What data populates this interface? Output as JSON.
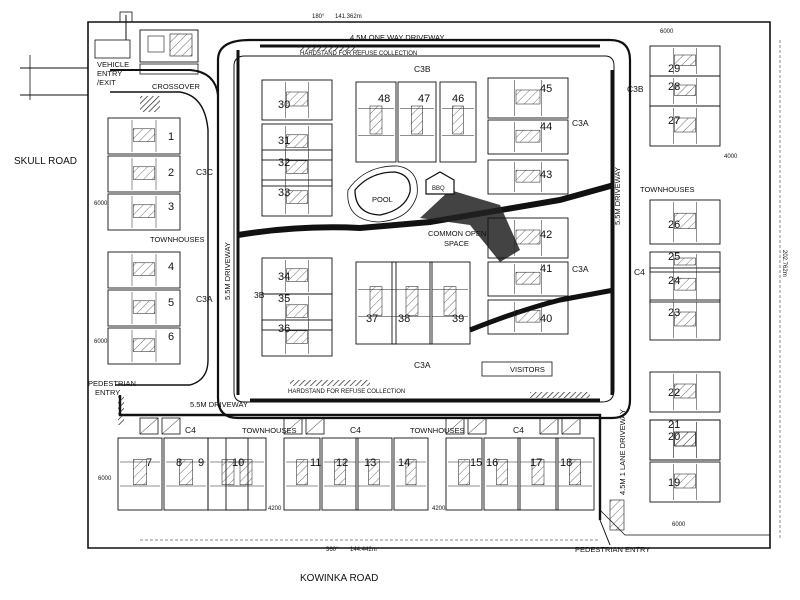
{
  "roads": {
    "skull": "SKULL ROAD",
    "kowinka": "KOWINKA ROAD"
  },
  "site_labels": {
    "bearing_top": "180°",
    "dist_top": "141.362m",
    "bearing_bottom": "360°",
    "dist_bottom": "144.442m",
    "dist_right": "202.762m",
    "vehicle_entry": "VEHICLE ENTRY /EXIT",
    "crossover": "CROSSOVER",
    "pedestrian_entry_left": "PEDESTRIAN ENTRY",
    "pedestrian_entry_bottom": "PEDESTRIAN ENTRY",
    "visitors": "VISITORS",
    "pool": "POOL",
    "bbq": "BBQ",
    "common_open_space_1": "COMMON OPEN",
    "common_open_space_2": "SPACE",
    "bin_top": "HARDSTAND FOR REFUSE COLLECTION",
    "bin_bottom": "HARDSTAND FOR REFUSE COLLECTION"
  },
  "driveways": {
    "top": "4.5M ONE WAY DRIVEWAY",
    "left": "5.5M DRIVEWAY",
    "right": "5.5M DRIVEWAY",
    "bottom": "5.5M DRIVEWAY",
    "one_lane": "4.5M 1 LANE DRIVEWAY"
  },
  "group_labels": {
    "c3c": "C3C",
    "c3a_left": "C3A",
    "c3b_top": "C3B",
    "c3b_right": "C3B",
    "c3a_right_top": "C3A",
    "c3a_right_mid": "C3A",
    "c3a_center": "C3A",
    "c3b_mid": "3B",
    "c4_right": "C4",
    "c4_bottom_1": "C4",
    "c4_bottom_2": "C4",
    "c4_bottom_3": "C4"
  },
  "townhouses": {
    "left": "TOWNHOUSES",
    "right": "TOWNHOUSES",
    "bottom_1": "TOWNHOUSES",
    "bottom_2": "TOWNHOUSES"
  },
  "dimensions": {
    "d6000_left_a": "6000",
    "d6000_left_b": "6000",
    "d6000_right": "6000",
    "d4000_right": "4000",
    "d6000_bottom_a": "6000",
    "d4200_bottom": "4200",
    "d4200_bottom_b": "4200",
    "d6000_bottom_r": "6000"
  },
  "units": [
    "1",
    "2",
    "3",
    "4",
    "5",
    "6",
    "7",
    "8",
    "9",
    "10",
    "11",
    "12",
    "13",
    "14",
    "15",
    "16",
    "17",
    "18",
    "19",
    "20",
    "21",
    "22",
    "23",
    "24",
    "25",
    "26",
    "27",
    "28",
    "29",
    "30",
    "31",
    "32",
    "33",
    "34",
    "35",
    "36",
    "37",
    "38",
    "39",
    "40",
    "41",
    "42",
    "43",
    "44",
    "45",
    "46",
    "47",
    "48"
  ]
}
